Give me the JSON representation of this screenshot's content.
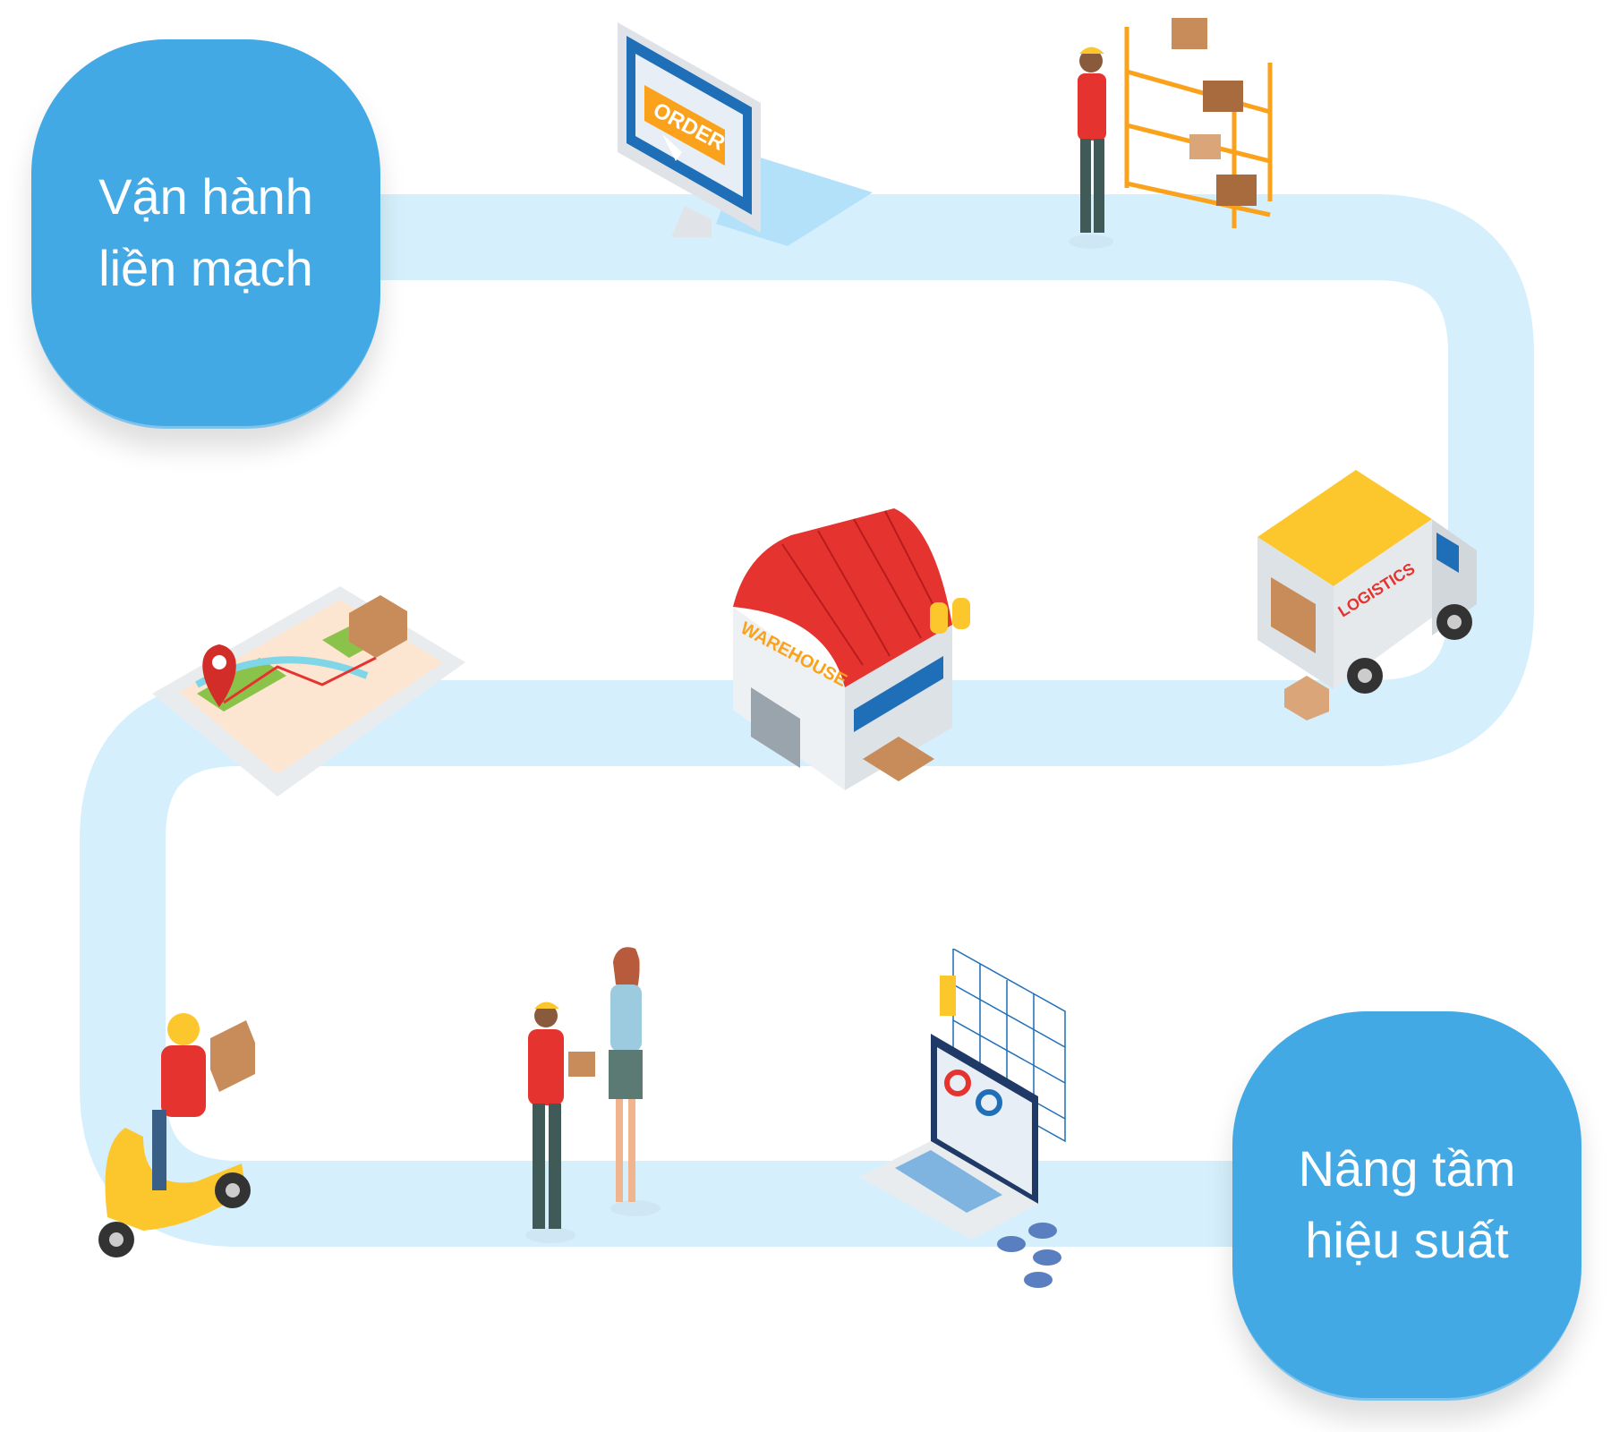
{
  "bubbles": {
    "start": {
      "line1": "Vận hành",
      "line2": "liền mạch"
    },
    "end": {
      "line1": "Nâng tầm",
      "line2": "hiệu suất"
    }
  },
  "illustrations": {
    "order_label": "ORDER",
    "warehouse_label": "WAREHOUSE",
    "truck_label": "LOGISTICS"
  },
  "colors": {
    "bubble": "#42a9e5",
    "road": "#d5f0fc",
    "accent_red": "#e5332f",
    "accent_yellow": "#fcc72c"
  }
}
